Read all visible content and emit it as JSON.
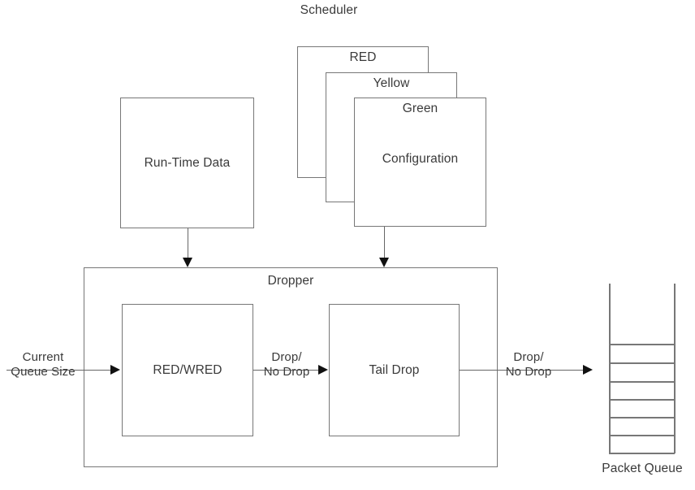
{
  "diagram": {
    "title": "Scheduler",
    "scheduler_stack": {
      "tabs": [
        "RED",
        "Yellow",
        "Green"
      ],
      "front_label": "Configuration"
    },
    "runtime_block": {
      "label": "Run-Time Data"
    },
    "dropper": {
      "label": "Dropper",
      "stages": [
        {
          "label": "RED/WRED"
        },
        {
          "label": "Tail Drop"
        }
      ]
    },
    "edges": {
      "input_label": "Current\nQueue Size",
      "mid_label": "Drop/\nNo Drop",
      "output_label": "Drop/\nNo Drop"
    },
    "packet_queue": {
      "label": "Packet Queue",
      "cells": 6
    },
    "colors": {
      "stroke": "#777777",
      "line": "#666666",
      "arrow": "#111111",
      "text": "#3a3a3a",
      "background": "#ffffff"
    }
  }
}
